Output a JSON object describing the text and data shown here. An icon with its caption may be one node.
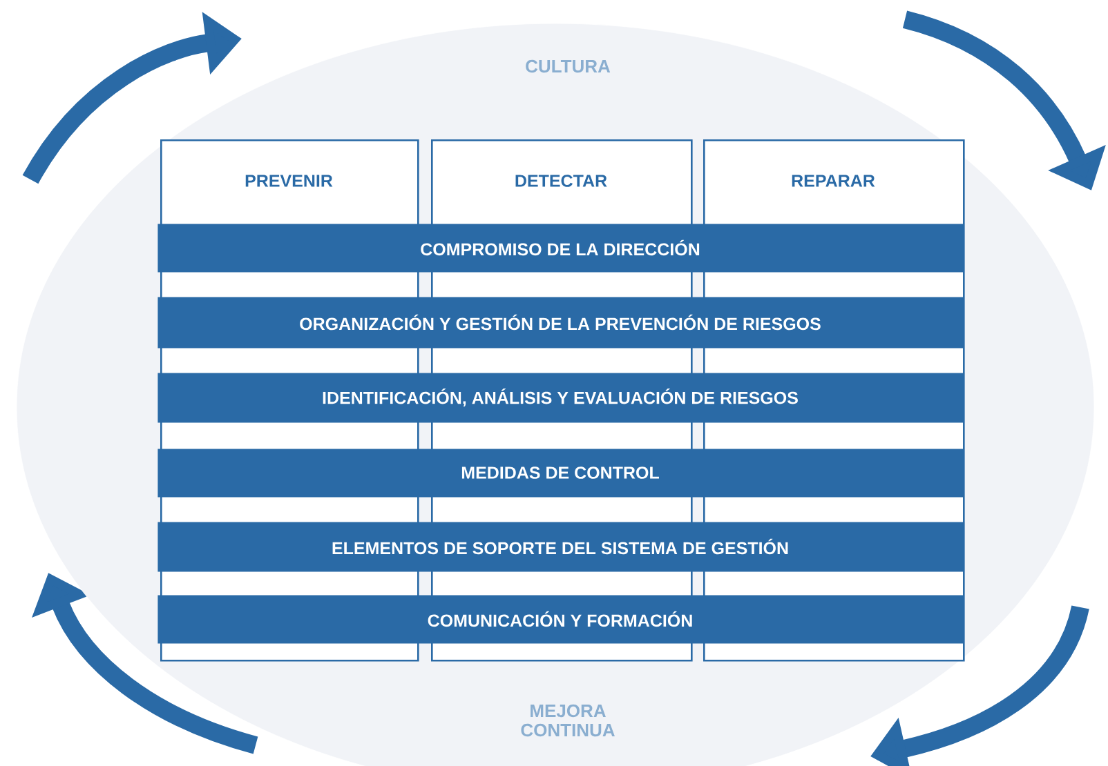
{
  "diagram": {
    "nodes": [
      {
        "text": [
          "CULTURA",
          "MEJORA CONTINUA"
        ]
      },
      {
        "text": [
          "PREVENIR"
        ],
        "in": 0
      },
      {
        "text": [
          "DETECTAR"
        ],
        "in": 0
      },
      {
        "text": [
          "REPARAR"
        ],
        "in": 0
      },
      {
        "text": [
          "COMPROMISO DE LA DIRECCIÓN"
        ],
        "in": 0
      },
      {
        "text": [
          "ORGANIZACIÓN Y GESTIÓN DE LA PREVENCIÓN DE RIESGOS"
        ],
        "in": 0
      },
      {
        "text": [
          "IDENTIFICACIÓN,  ANÁLISIS Y EVALUACIÓN DE RIESGOS"
        ],
        "in": 0
      },
      {
        "text": [
          "MEDIDAS DE CONTROL"
        ],
        "in": 0
      },
      {
        "text": [
          "ELEMENTOS DE SOPORTE DEL SISTEMA DE GESTIÓN"
        ],
        "in": 0
      },
      {
        "text": [
          "COMUNICACIÓN Y FORMACIÓN"
        ],
        "in": 0
      }
    ],
    "edges": []
  }
}
